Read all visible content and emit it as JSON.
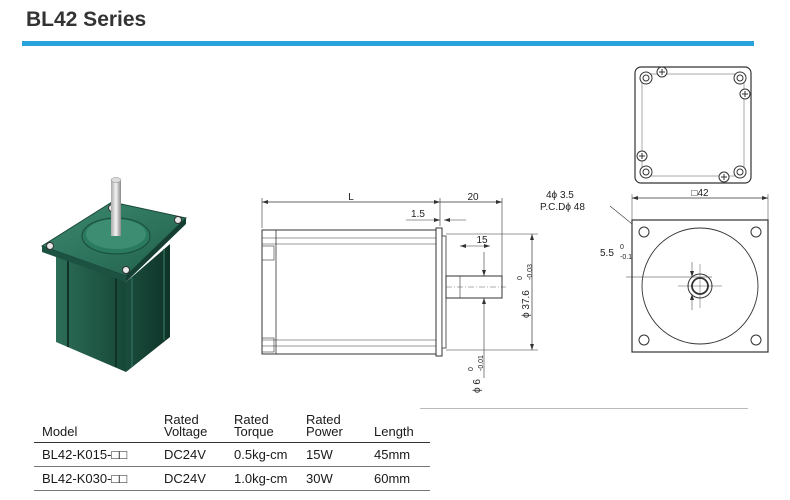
{
  "header": {
    "title": "BL42 Series"
  },
  "drawing": {
    "dims": {
      "length": "L",
      "shaft_ext": "20",
      "flange": "1.5",
      "shaft_flat": "15",
      "pilot_dia": "ϕ 37.6",
      "pilot_tol_upper": "0",
      "pilot_tol_lower": "-0.03",
      "shaft_dia": "ϕ 6",
      "shaft_tol_upper": "0",
      "shaft_tol_lower": "-0.01",
      "holes": "4ϕ 3.5",
      "pcd": "P.C.Dϕ 48",
      "square": "□42",
      "flat": "5.5",
      "flat_tol_upper": "0",
      "flat_tol_lower": "-0.1"
    }
  },
  "table": {
    "headers": {
      "model": "Model",
      "voltage_1": "Rated",
      "voltage_2": "Voltage",
      "torque_1": "Rated",
      "torque_2": "Torque",
      "power_1": "Rated",
      "power_2": "Power",
      "length": "Length"
    },
    "rows": [
      {
        "model": "BL42-K015-□□",
        "voltage": "DC24V",
        "torque": "0.5kg-cm",
        "power": "15W",
        "length": "45mm"
      },
      {
        "model": "BL42-K030-□□",
        "voltage": "DC24V",
        "torque": "1.0kg-cm",
        "power": "30W",
        "length": "60mm"
      }
    ]
  },
  "colors": {
    "accent": "#2aa3dc",
    "motor_body": "#1f5a48"
  }
}
